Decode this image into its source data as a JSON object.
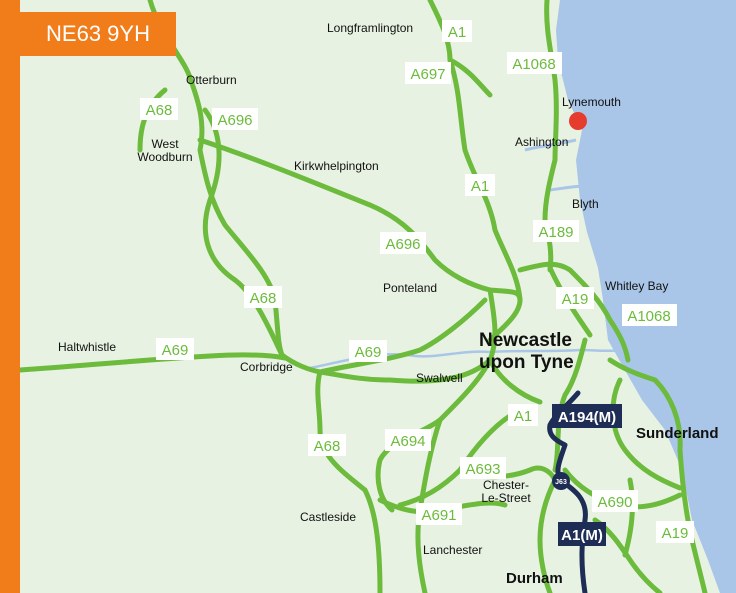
{
  "postcode": "NE63 9YH",
  "colors": {
    "frame": "#f07d1a",
    "land": "#e8f2e2",
    "sea": "#a9c6e8",
    "river": "#a9c6e8",
    "road": "#6cbb3c",
    "motorway": "#1e2d55",
    "marker": "#e63c2e"
  },
  "marker": {
    "name": "location-marker-icon"
  },
  "places": {
    "longframlington": "Longframlington",
    "otterburn": "Otterburn",
    "lynemouth": "Lynemouth",
    "ashington": "Ashington",
    "west_woodburn_1": "West",
    "west_woodburn_2": "Woodburn",
    "kirkwhelpington": "Kirkwhelpington",
    "blyth": "Blyth",
    "ponteland": "Ponteland",
    "whitley_bay": "Whitley Bay",
    "haltwhistle": "Haltwhistle",
    "corbridge": "Corbridge",
    "swalwell": "Swalwell",
    "newcastle_1": "Newcastle",
    "newcastle_2": "upon Tyne",
    "sunderland": "Sunderland",
    "chester_1": "Chester-",
    "chester_2": "Le-Street",
    "castleside": "Castleside",
    "lanchester": "Lanchester",
    "durham": "Durham"
  },
  "roads": {
    "a1_north": "A1",
    "a697": "A697",
    "a1068_north": "A1068",
    "a68_nw": "A68",
    "a696_nw": "A696",
    "a1_mid": "A1",
    "a189": "A189",
    "a696_mid": "A696",
    "a68_mid": "A68",
    "a19_north": "A19",
    "a1068_south": "A1068",
    "a69_west": "A69",
    "a69_mid": "A69",
    "a1_south": "A1",
    "a694": "A694",
    "a68_south": "A68",
    "a693": "A693",
    "a690": "A690",
    "a691": "A691",
    "a19_south": "A19"
  },
  "motorways": {
    "a194m": "A194(M)",
    "a1m": "A1(M)",
    "j63": "J63"
  }
}
